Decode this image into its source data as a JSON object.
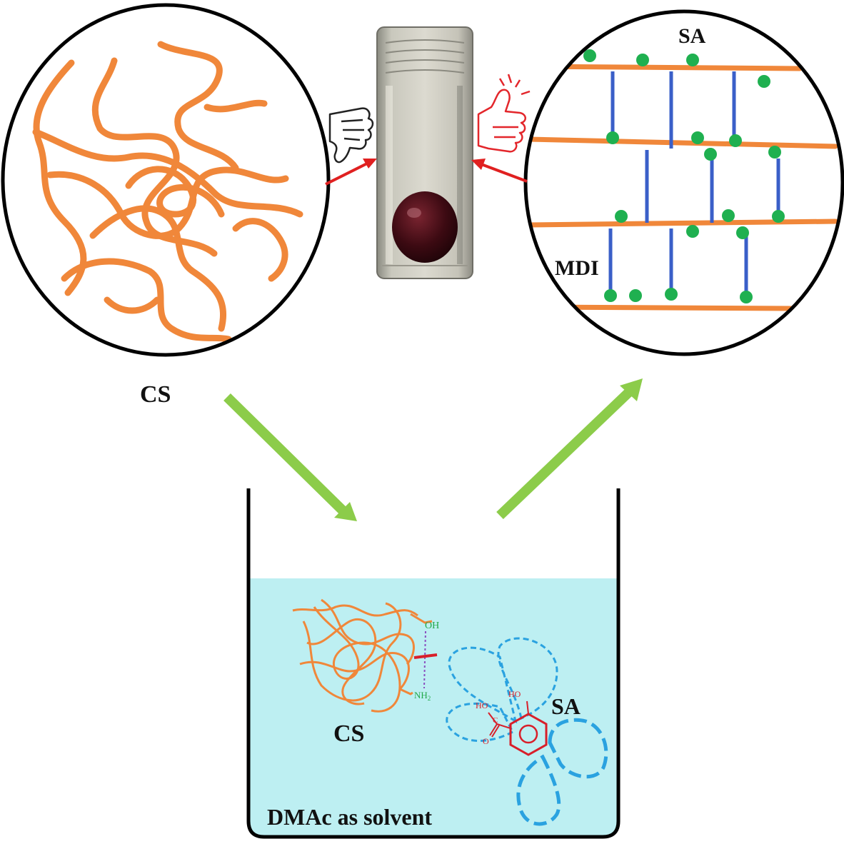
{
  "labels": {
    "cs_top": "CS",
    "sa_top": "SA",
    "mdi": "MDI",
    "cs_beaker": "CS",
    "sa_beaker": "SA",
    "solvent": "DMAc as solvent"
  },
  "chem_labels": {
    "oh": "OH",
    "nh2": "NH",
    "nh2_sub": "2",
    "ho_ring": "HO",
    "ho_acid": "HO",
    "c": "C",
    "o": "O"
  },
  "colors": {
    "chain": "#f0873a",
    "crosslink": "#3a5fc8",
    "node": "#1fb050",
    "arrow_red": "#e02020",
    "arrow_green": "#8ccc4a",
    "solvent": "#bdeff2",
    "chem_red": "#d81f2a",
    "chem_green": "#22a84a",
    "dash_blue": "#2aa2e0",
    "thumb_red": "#e3262b"
  },
  "icons": [
    "thumbs-down-icon",
    "thumbs-up-icon",
    "vial-photo"
  ]
}
